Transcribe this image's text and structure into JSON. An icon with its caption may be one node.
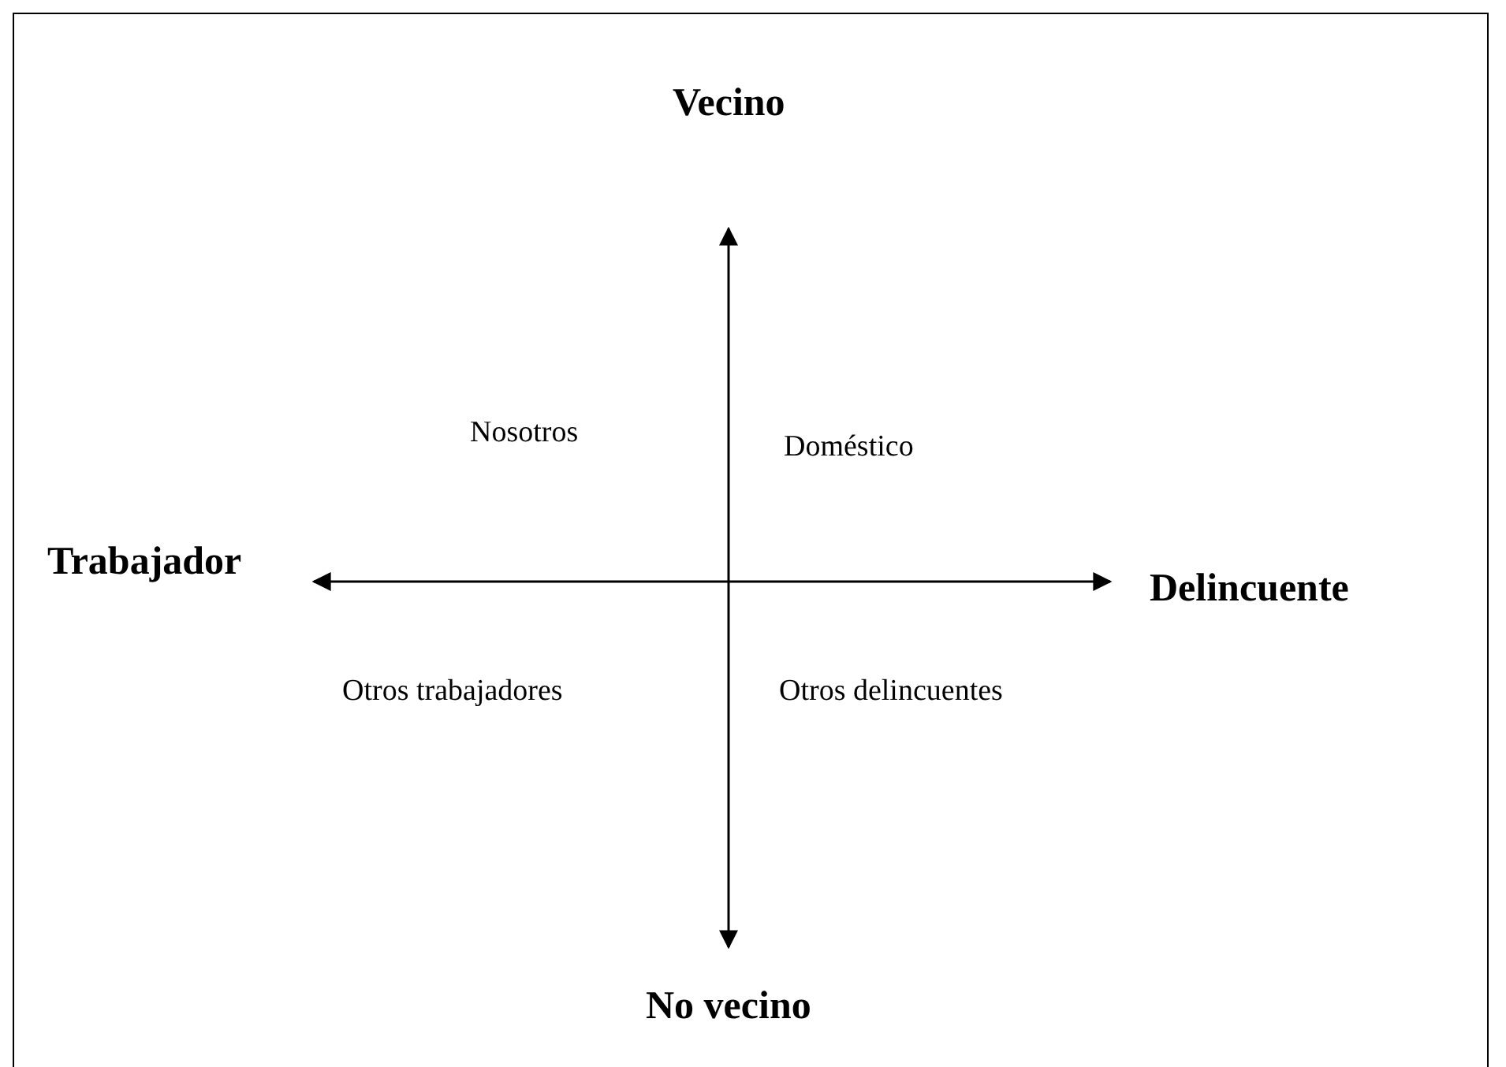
{
  "diagram": {
    "labels": [
      "Vecino",
      "Nosotros",
      "Doméstico",
      "Trabajador",
      "Delincuente",
      "Otros trabajadores",
      "Otros delincuentes",
      "No vecino"
    ]
  }
}
